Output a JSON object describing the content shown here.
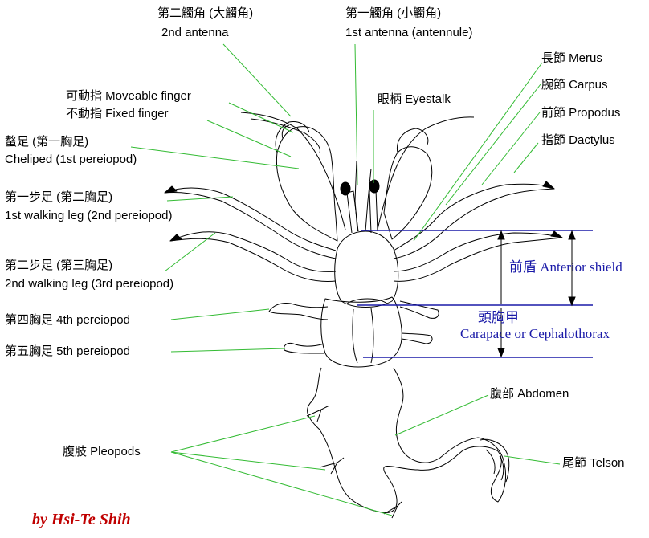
{
  "labels": {
    "antenna2_zh": "第二觸角 (大觸角)",
    "antenna2_en": "2nd antenna",
    "antenna1_zh": "第一觸角 (小觸角)",
    "antenna1_en": "1st antenna (antennule)",
    "merus": "長節 Merus",
    "carpus": "腕節 Carpus",
    "propodus": "前節 Propodus",
    "dactylus": "指節 Dactylus",
    "eyestalk": "眼柄 Eyestalk",
    "moveable_finger": "可動指 Moveable finger",
    "fixed_finger": "不動指 Fixed finger",
    "cheliped_zh": "螯足 (第一胸足)",
    "cheliped_en": "Cheliped (1st pereiopod)",
    "walk1_zh": "第一步足 (第二胸足)",
    "walk1_en": "1st walking leg (2nd pereiopod)",
    "walk2_zh": "第二步足 (第三胸足)",
    "walk2_en": "2nd walking leg (3rd pereiopod)",
    "pereiopod4": "第四胸足 4th pereiopod",
    "pereiopod5": "第五胸足 5th pereiopod",
    "anterior_shield": "前盾 Anterior shield",
    "carapace_zh": "頭胸甲",
    "carapace_en": "Carapace or Cephalothorax",
    "abdomen": "腹部 Abdomen",
    "pleopods": "腹肢 Pleopods",
    "telson": "尾節 Telson"
  },
  "credit": "by Hsi-Te Shih",
  "colors": {
    "leader": "#33bb33",
    "measure": "#1a1aa8",
    "outline": "#000000",
    "credit": "#c00000"
  }
}
